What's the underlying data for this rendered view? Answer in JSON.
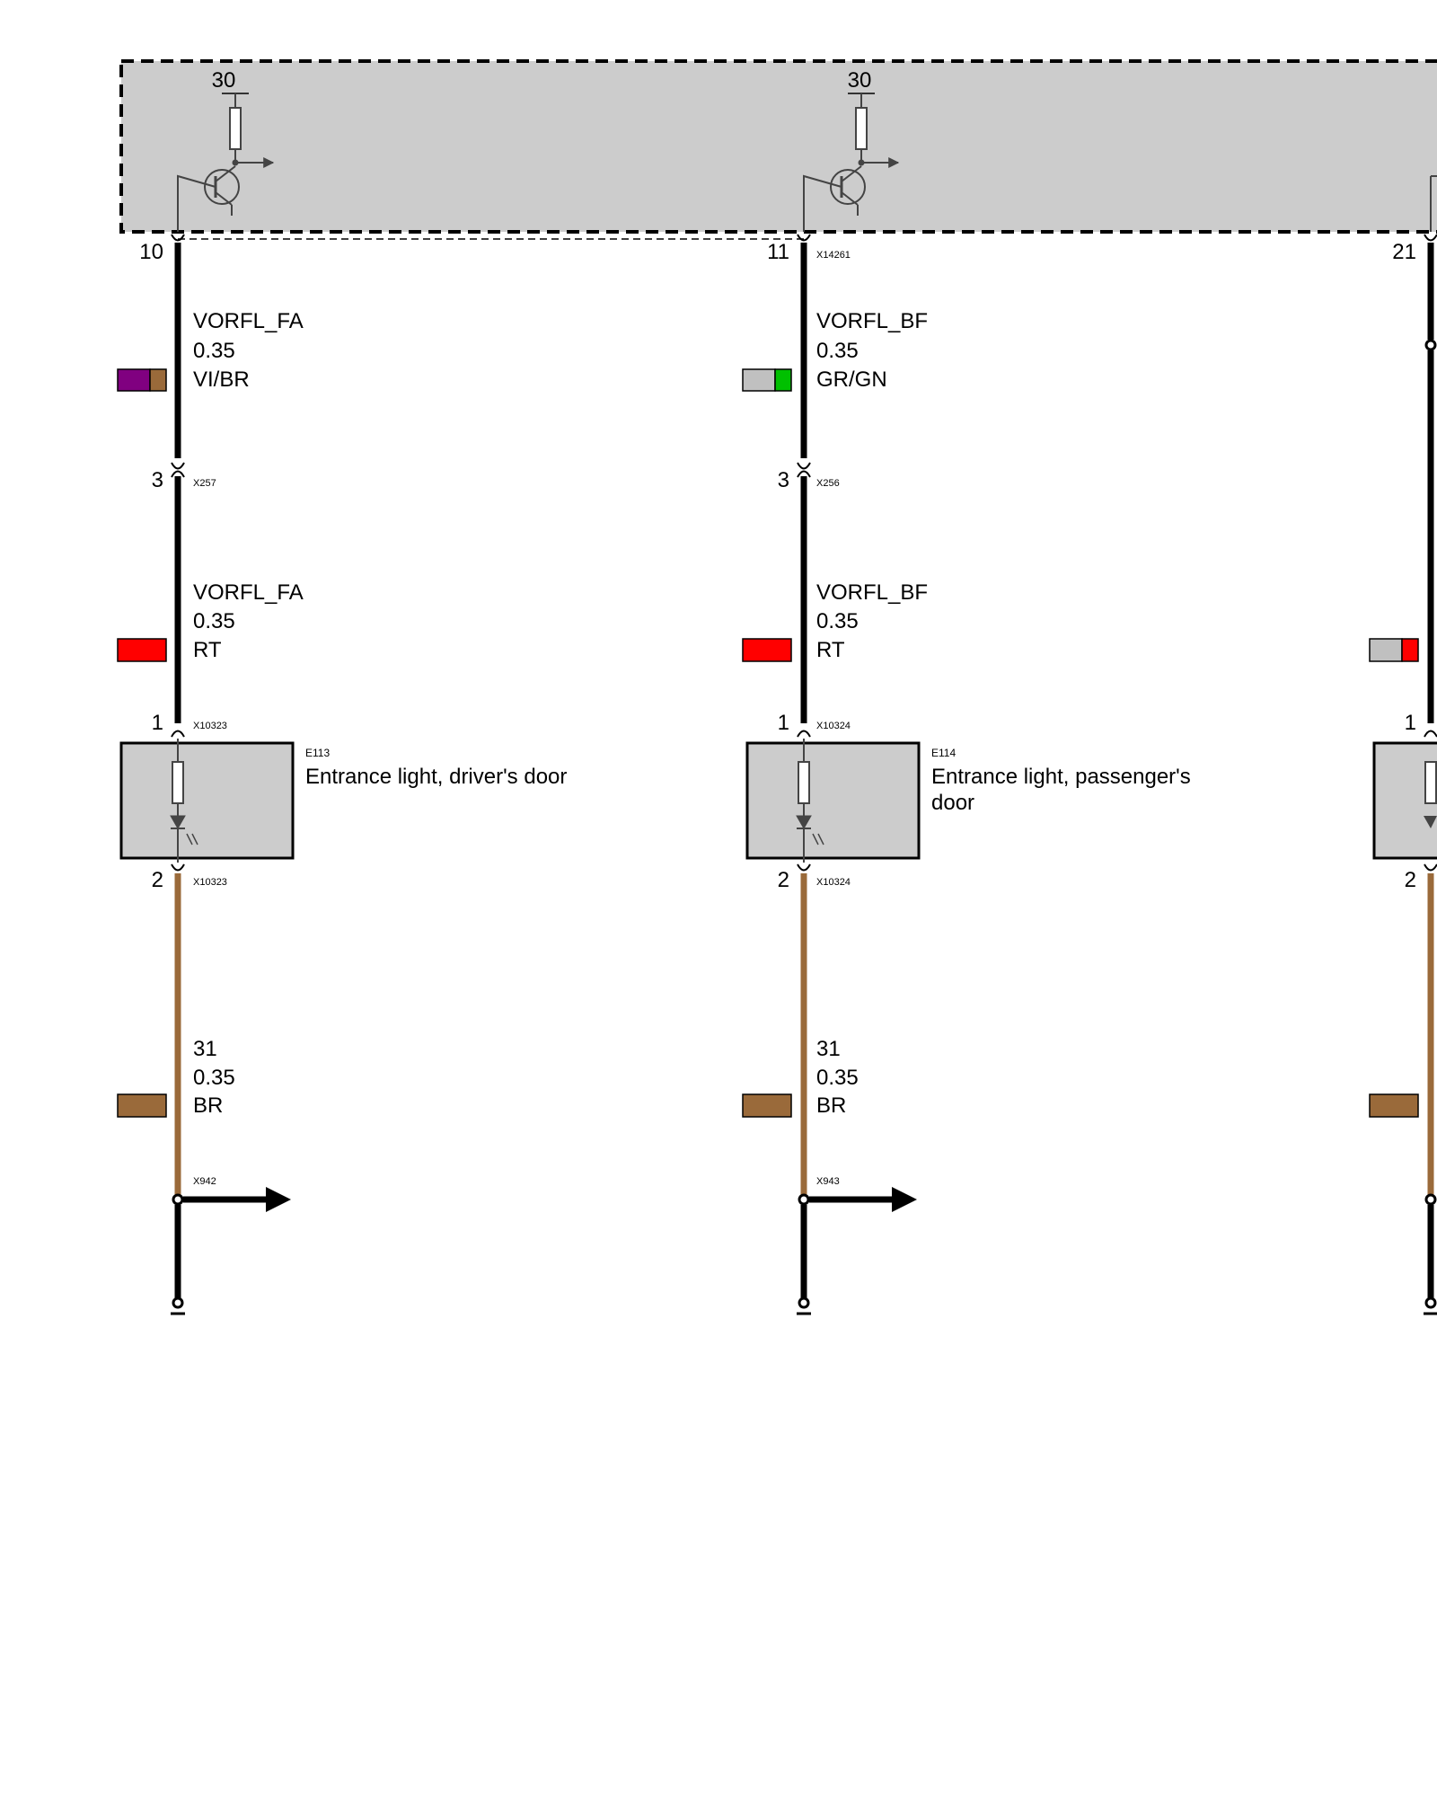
{
  "control_unit": {
    "supply_terminal": "30"
  },
  "circuits": [
    {
      "output_pin": "10",
      "output_connector": "",
      "wire1": {
        "signal": "VORFL_FA",
        "size": "0.35",
        "color_code": "VI/BR",
        "colors": [
          "#800080",
          "#9a6a3a"
        ]
      },
      "mid_pin": "3",
      "mid_connector": "X257",
      "wire2": {
        "signal": "VORFL_FA",
        "size": "0.35",
        "color_code": "RT",
        "colors": [
          "#ff0000"
        ]
      },
      "component_pin_top": "1",
      "component_connector_top": "X10323",
      "component": {
        "id": "E113",
        "name_line1": "Entrance light, driver's door",
        "name_line2": ""
      },
      "component_pin_bottom": "2",
      "component_connector_bottom": "X10323",
      "wire3": {
        "signal": "31",
        "size": "0.35",
        "color_code": "BR",
        "colors": [
          "#9a6a3a"
        ]
      },
      "ground_connector": "X942"
    },
    {
      "output_pin": "11",
      "output_connector": "X14261",
      "wire1": {
        "signal": "VORFL_BF",
        "size": "0.35",
        "color_code": "GR/GN",
        "colors": [
          "#c0c0c0",
          "#00c000"
        ]
      },
      "mid_pin": "3",
      "mid_connector": "X256",
      "wire2": {
        "signal": "VORFL_BF",
        "size": "0.35",
        "color_code": "RT",
        "colors": [
          "#ff0000"
        ]
      },
      "component_pin_top": "1",
      "component_connector_top": "X10324",
      "component": {
        "id": "E114",
        "name_line1": "Entrance light, passenger's",
        "name_line2": "door"
      },
      "component_pin_bottom": "2",
      "component_connector_bottom": "X10324",
      "wire3": {
        "signal": "31",
        "size": "0.35",
        "color_code": "BR",
        "colors": [
          "#9a6a3a"
        ]
      },
      "ground_connector": "X943"
    }
  ],
  "partial_circuit": {
    "output_pin": "21",
    "component_pin_top": "1",
    "component_pin_bottom": "2",
    "wire2_colors": [
      "#c0c0c0",
      "#ff0000"
    ],
    "wire3_colors": [
      "#9a6a3a"
    ]
  },
  "colors": {
    "housing_fill": "#cccccc",
    "wire_black": "#000000",
    "wire_brown": "#9a6a3a"
  }
}
